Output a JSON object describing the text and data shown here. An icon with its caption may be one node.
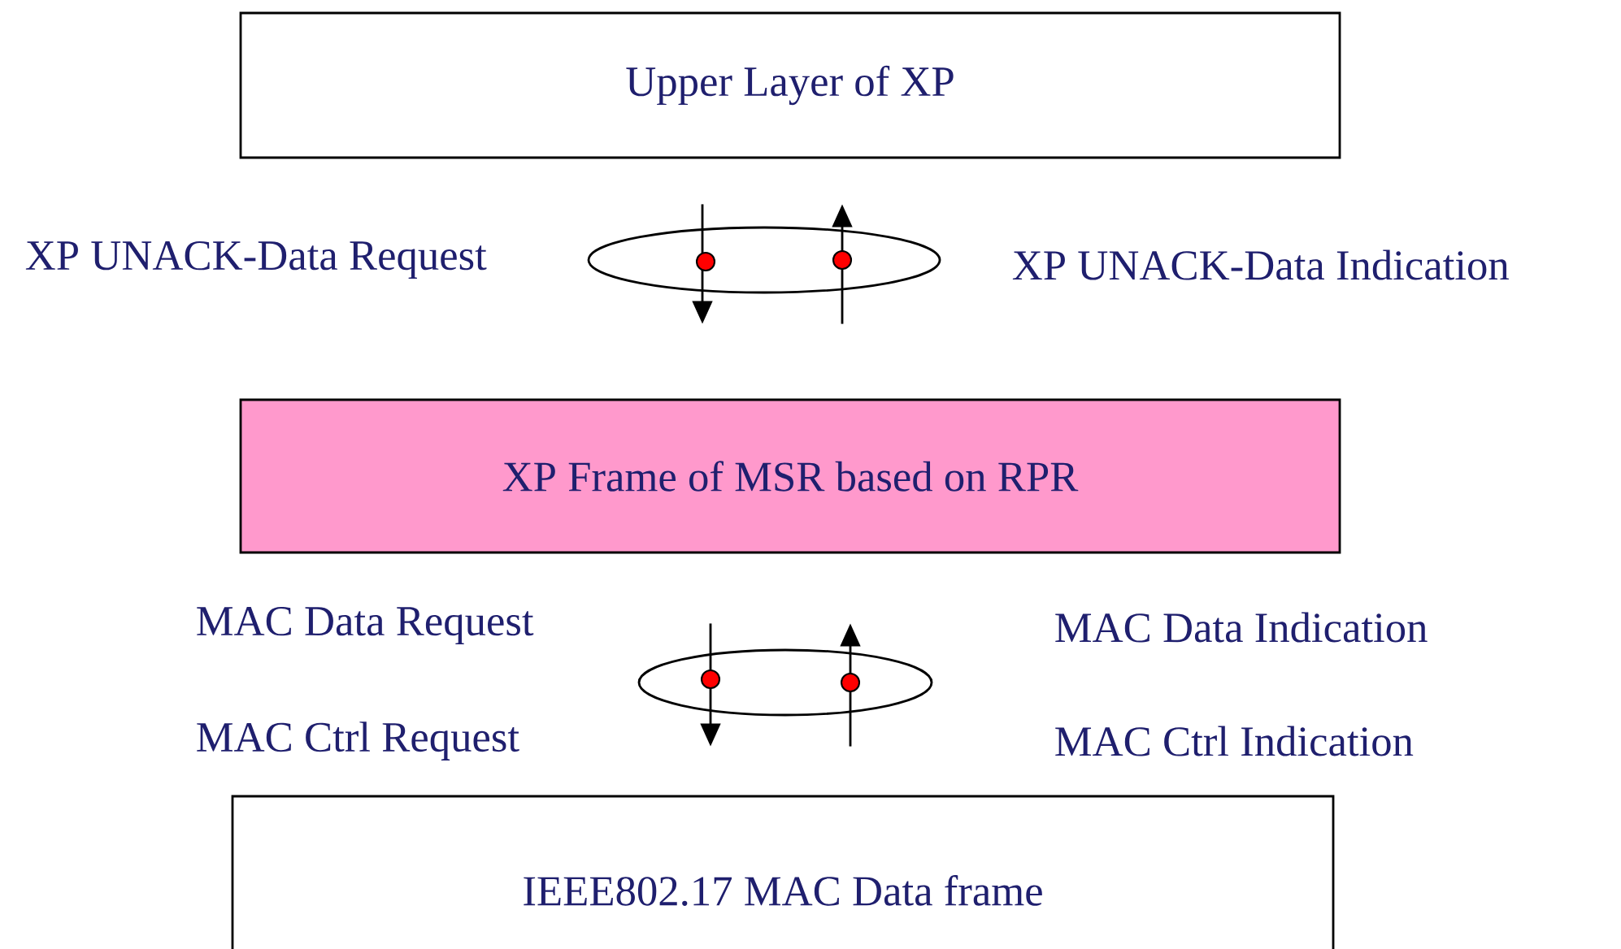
{
  "diagram": {
    "nodes": [
      {
        "text": [
          "Upper Layer of XP"
        ]
      },
      {
        "text": [
          "XP Frame of MSR based on RPR"
        ]
      },
      {
        "text": [
          "IEEE802.17 MAC Data frame"
        ]
      }
    ],
    "edges": [
      {
        "from": 0,
        "to": 1,
        "arrow": "to"
      },
      {
        "from": 1,
        "to": 0,
        "arrow": "to"
      },
      {
        "from": 1,
        "to": 2,
        "arrow": "to"
      },
      {
        "from": 2,
        "to": 1,
        "arrow": "to"
      }
    ],
    "labels": [
      "XP UNACK-Data Request",
      "XP UNACK-Data Indication",
      "MAC Data Request",
      "MAC Data Indication",
      "MAC Ctrl Request",
      "MAC Ctrl Indication"
    ]
  }
}
